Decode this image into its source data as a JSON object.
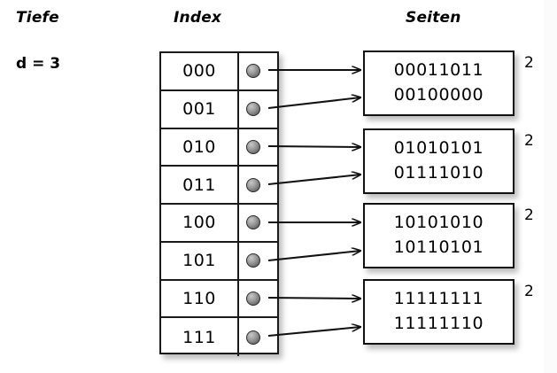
{
  "headings": {
    "depth": "Tiefe",
    "index": "Index",
    "pages": "Seiten"
  },
  "depth": {
    "label": "d = 3"
  },
  "index_table": {
    "rows": [
      {
        "key": "000",
        "pointer": "pointer-dot"
      },
      {
        "key": "001",
        "pointer": "pointer-dot"
      },
      {
        "key": "010",
        "pointer": "pointer-dot"
      },
      {
        "key": "011",
        "pointer": "pointer-dot"
      },
      {
        "key": "100",
        "pointer": "pointer-dot"
      },
      {
        "key": "101",
        "pointer": "pointer-dot"
      },
      {
        "key": "110",
        "pointer": "pointer-dot"
      },
      {
        "key": "111",
        "pointer": "pointer-dot"
      }
    ]
  },
  "pages": [
    {
      "line1": "00011011",
      "line2": "00100000",
      "count": "2"
    },
    {
      "line1": "01010101",
      "line2": "01111010",
      "count": "2"
    },
    {
      "line1": "10101010",
      "line2": "10110101",
      "count": "2"
    },
    {
      "line1": "11111111",
      "line2": "11111110",
      "count": "2"
    }
  ],
  "colors": {
    "background": "#ffffff",
    "stroke": "#111111",
    "pointer_dot": "#8a8a8a",
    "text": "#000000"
  }
}
